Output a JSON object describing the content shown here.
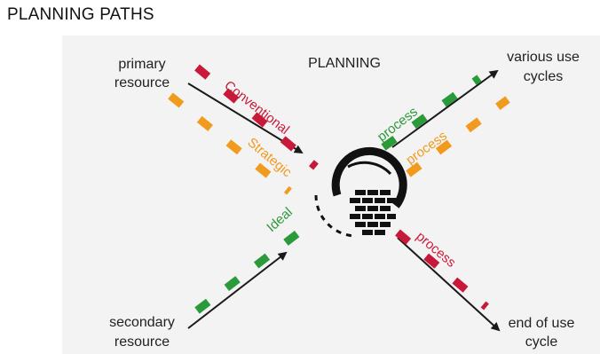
{
  "title": "PLANNING PATHS",
  "center_label": "PLANNING",
  "nodes": {
    "top_left": [
      "primary",
      "resource"
    ],
    "bottom_left": [
      "secondary",
      "resource"
    ],
    "top_right": [
      "various use",
      "cycles"
    ],
    "bottom_right": [
      "end of use",
      "cycle"
    ]
  },
  "paths": {
    "conventional": "Conventional",
    "strategic": "Strategic",
    "ideal": "Ideal",
    "process_green": "process",
    "process_orange": "process",
    "process_red": "process"
  },
  "colors": {
    "conventional": "#c8193a",
    "strategic": "#f09a1e",
    "ideal": "#2a9a3a",
    "arrow": "#1a1a1a",
    "panel": "#f3f3f3",
    "text": "#222222"
  },
  "icons": {
    "center": "brick-wall-cycle-icon"
  }
}
